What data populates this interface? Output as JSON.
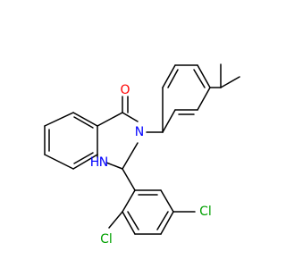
{
  "molecule": {
    "colors": {
      "bond": "#000000",
      "carbon_label": "#000000",
      "oxygen": "#ff0000",
      "nitrogen": "#0000ff",
      "chlorine": "#00a000"
    },
    "atoms": {
      "o1": {
        "text": "O",
        "element": "oxygen"
      },
      "n3": {
        "text": "N",
        "element": "nitrogen"
      },
      "nh1_h": {
        "text": "H",
        "element": "nitrogen"
      },
      "nh1_n": {
        "text": "N",
        "element": "nitrogen"
      },
      "cl_ortho": {
        "text": "Cl",
        "element": "chlorine"
      },
      "cl_para": {
        "text": "Cl",
        "element": "chlorine"
      }
    }
  }
}
